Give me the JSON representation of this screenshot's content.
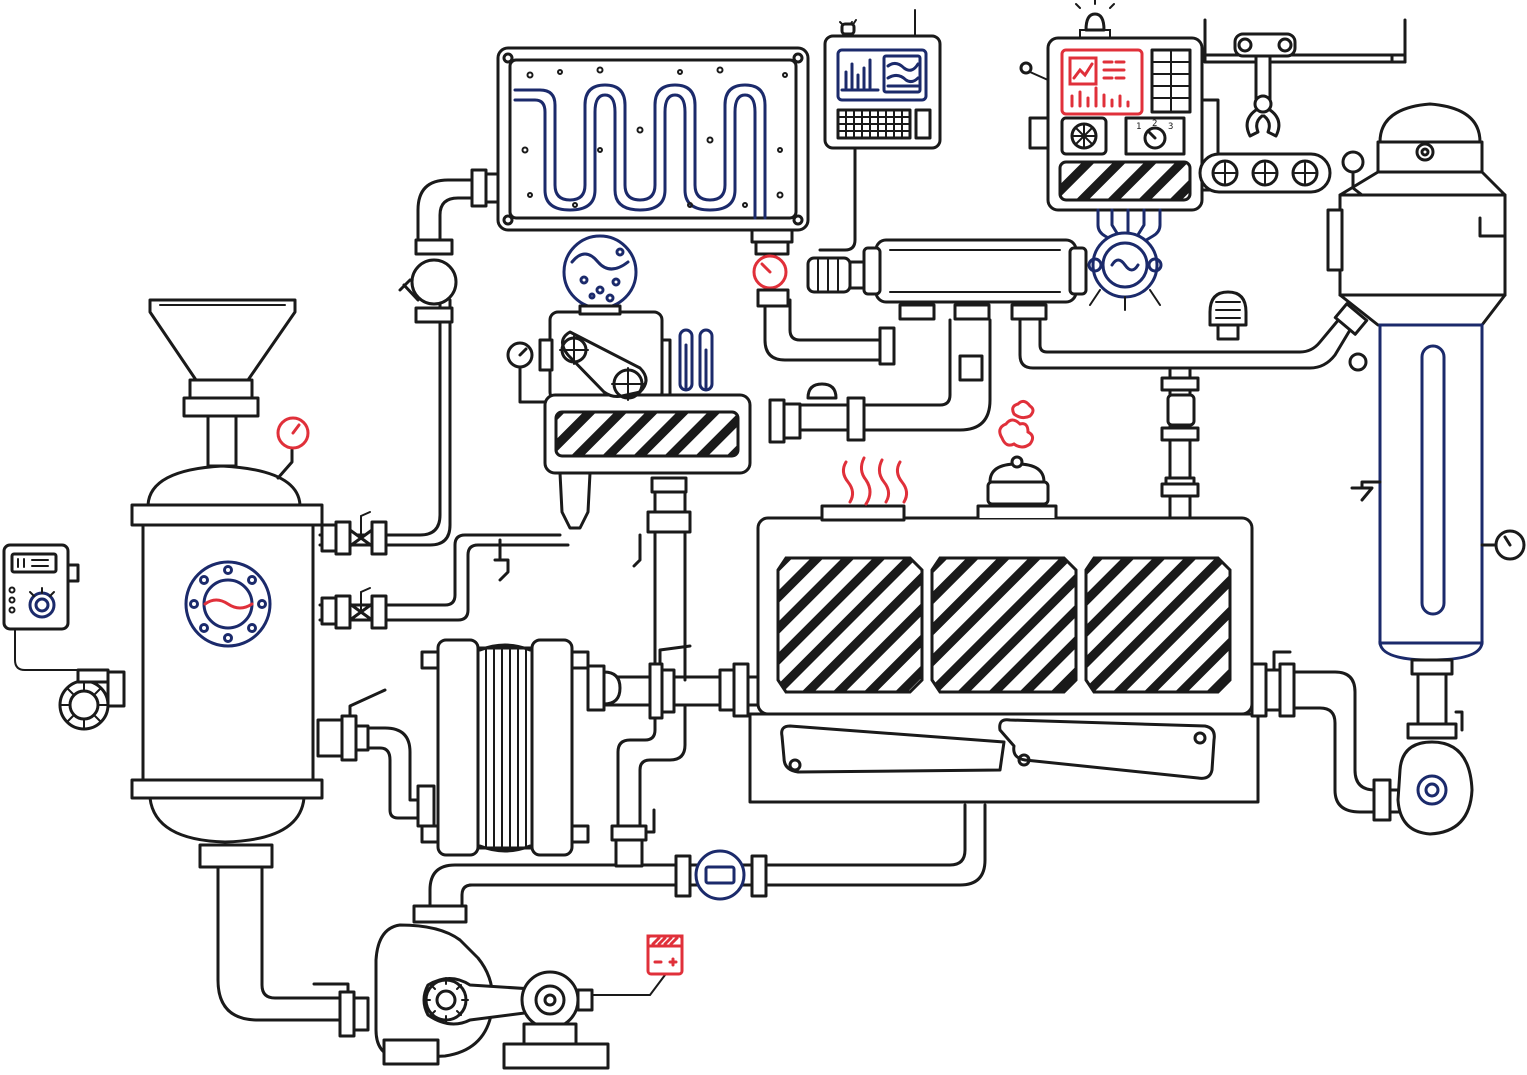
{
  "colors": {
    "ink": "#1a1a1a",
    "blue": "#1b2a6b",
    "red": "#e0303a",
    "background": "#ffffff"
  },
  "illustration": {
    "style": "hand-drawn line art",
    "components": [
      "coil-heat-exchanger-icon",
      "control-terminal-icon",
      "robot-control-panel-icon",
      "conveyor-claw-icon",
      "hopper-icon",
      "storage-tank-icon",
      "controller-box-icon",
      "gearbox-motor-icon",
      "plate-heat-exchanger-icon",
      "boiler-furnace-icon",
      "distillation-column-icon",
      "centrifugal-pump-icon",
      "flow-meter-icon",
      "pressure-gauge-icon",
      "valve-icon",
      "battery-indicator-icon"
    ]
  },
  "labels": {
    "terminal_screen_marks": "",
    "panel_dial_ticks": [
      "1",
      "2",
      "3"
    ]
  }
}
